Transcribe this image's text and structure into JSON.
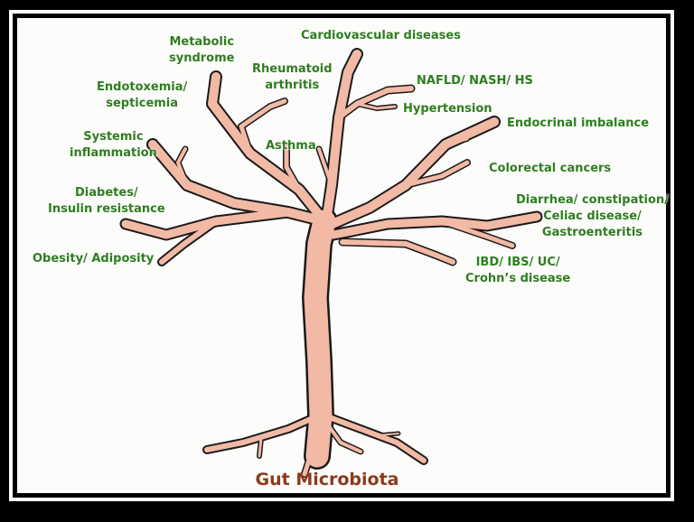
{
  "title": "Gut Microbiota",
  "labels": {
    "cardiovascular": "Cardiovascular diseases",
    "metabolic_1": "Metabolic",
    "metabolic_2": "syndrome",
    "rheumatoid_1": "Rheumatoid",
    "rheumatoid_2": "arthritis",
    "nafld": "NAFLD/ NASH/ HS",
    "endotoxemia_1": "Endotoxemia/",
    "endotoxemia_2": "septicemia",
    "hypertension": "Hypertension",
    "endocrinal": "Endocrinal imbalance",
    "systemic_1": "Systemic",
    "systemic_2": "inflammation",
    "asthma": "Asthma",
    "colorectal": "Colorectal cancers",
    "diabetes_1": "Diabetes/",
    "diabetes_2": "Insulin resistance",
    "diarrhea_1": "Diarrhea/ constipation/",
    "diarrhea_2": "Celiac disease/",
    "diarrhea_3": "Gastroenteritis",
    "obesity": "Obesity/ Adiposity",
    "ibd_1": "IBD/ IBS/ UC/",
    "ibd_2": "Crohn’s disease"
  },
  "colors": {
    "label_green": "#2e7d1f",
    "tree_fill": "#f2b9a5",
    "tree_outline": "#1a1a1a",
    "title_brown": "#8a3a1f"
  }
}
